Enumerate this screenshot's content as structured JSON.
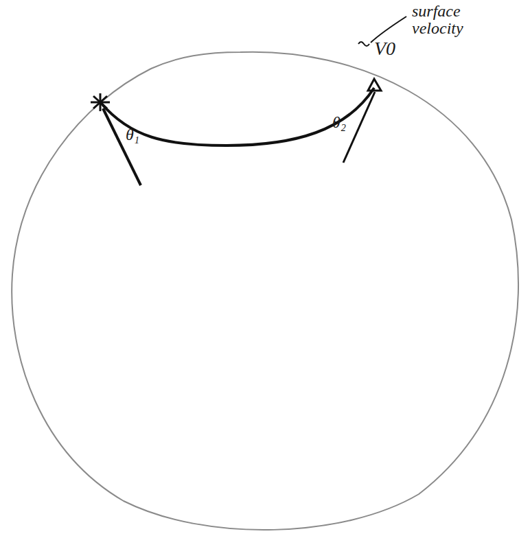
{
  "diagram": {
    "labels": [
      "surface velocity",
      "V0",
      "θ₁",
      "θ₂"
    ]
  }
}
